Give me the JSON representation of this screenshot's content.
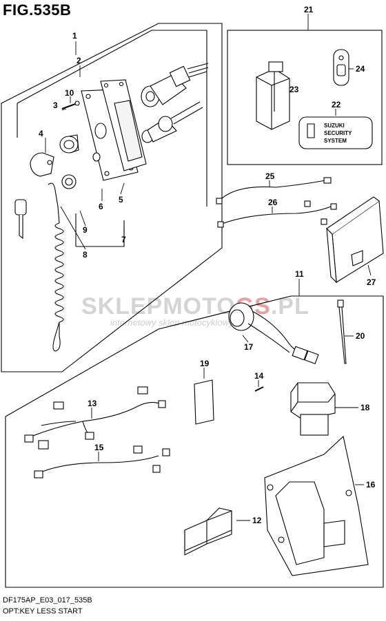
{
  "figure_title": "FIG.535B",
  "footer": {
    "code": "DF175AP_E03_017_535B",
    "caption": "OPT:KEY LESS START"
  },
  "watermark": {
    "brand_grey": "SKLEPMOTO",
    "brand_red": "GS",
    "brand_suffix": ".PL",
    "tagline": "internetowy sklep motocyklowy"
  },
  "security_badge": [
    "SUZUKI",
    "SECURITY",
    "SYSTEM"
  ],
  "part_numbers": [
    "1",
    "2",
    "3",
    "4",
    "5",
    "6",
    "7",
    "8",
    "9",
    "10",
    "11",
    "12",
    "13",
    "14",
    "15",
    "16",
    "17",
    "18",
    "19",
    "20",
    "21",
    "22",
    "23",
    "24",
    "25",
    "26",
    "27"
  ],
  "colors": {
    "line": "#000000",
    "watermark_grey": "#d4d4d4",
    "watermark_red": "#e8a0a0"
  }
}
